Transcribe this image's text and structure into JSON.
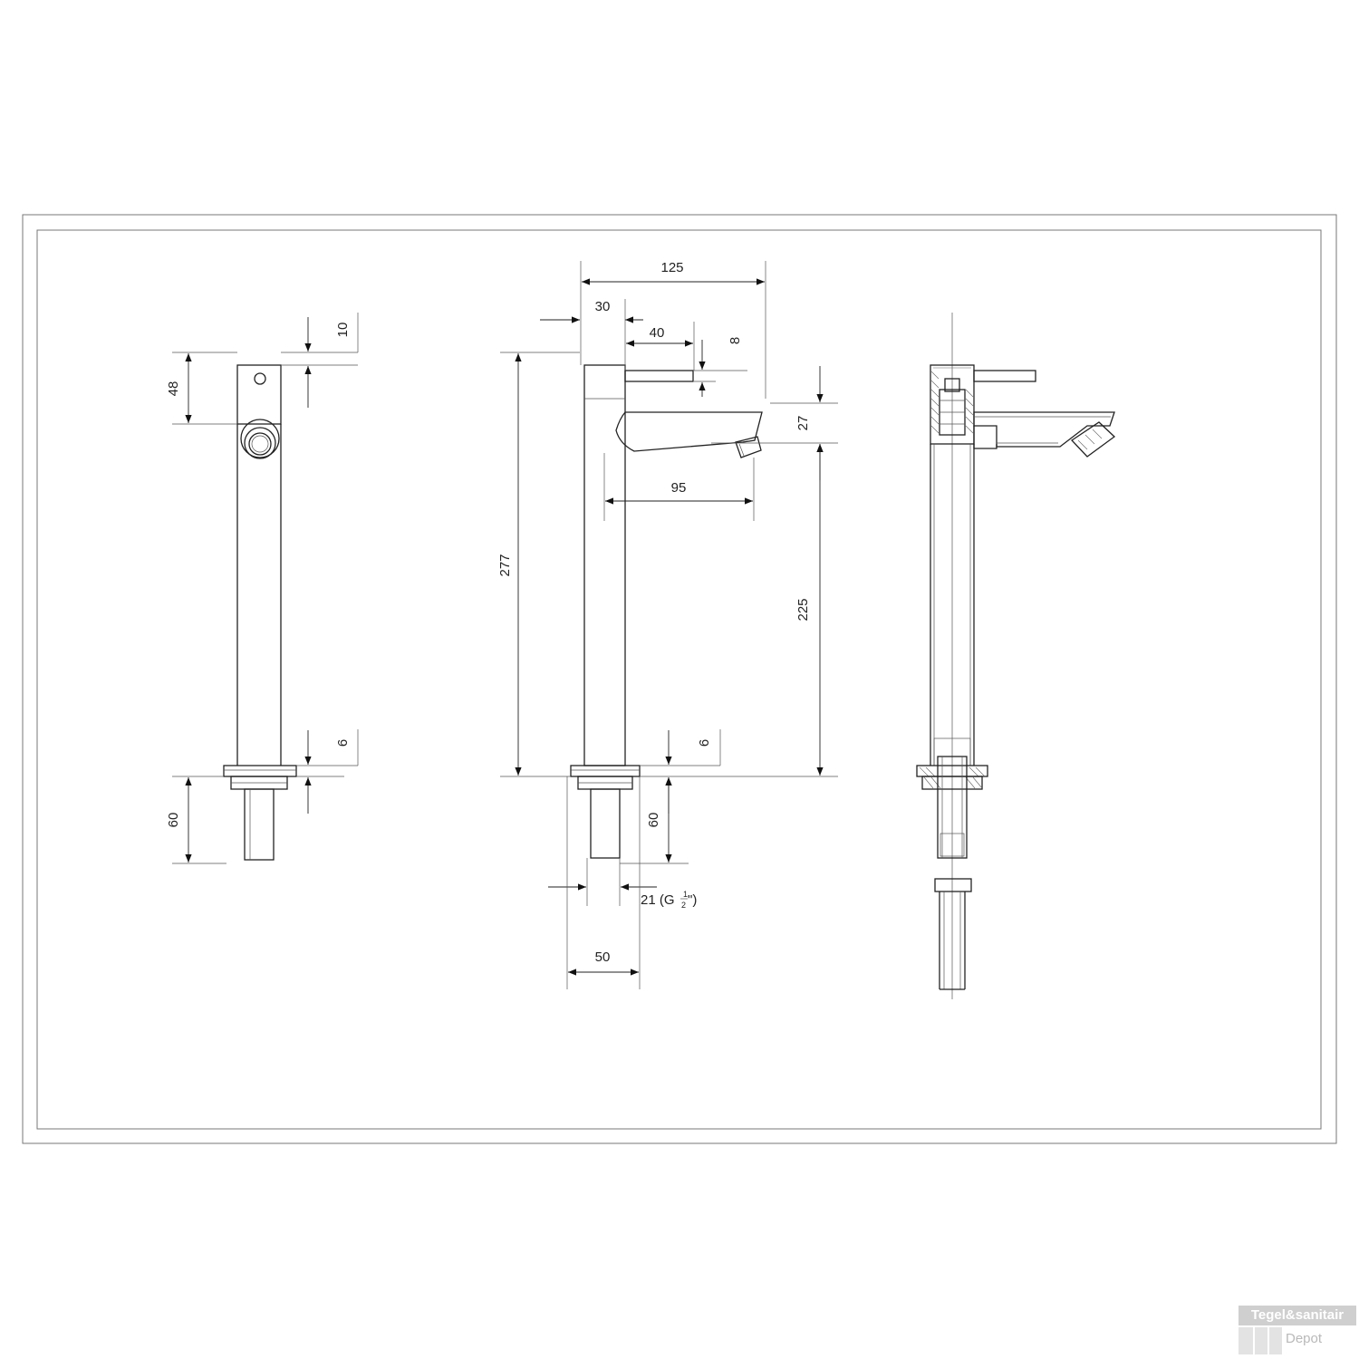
{
  "views": {
    "side": {
      "dim_top_gap": "10",
      "dim_lever_height": "48",
      "dim_base_ring": "6",
      "dim_shank": "60"
    },
    "front": {
      "dim_spout_reach": "125",
      "dim_lever_offset": "30",
      "dim_lever_length": "40",
      "dim_lever_thickness": "8",
      "dim_spout_height": "27",
      "dim_spout_length": "95",
      "dim_total_height": "277",
      "dim_outlet_height": "225",
      "dim_base_ring": "6",
      "dim_shank": "60",
      "dim_thread_main": "21 (G ",
      "dim_thread_num": "1",
      "dim_thread_den": "2",
      "dim_thread_end": "\")",
      "dim_base_width": "50"
    },
    "section": {}
  },
  "watermark": {
    "brand_top": "Tegel&sanitair",
    "brand_bottom": "Depot"
  },
  "colors": {
    "line": "#222222",
    "frame": "#777777",
    "watermark": "#cfcfcf"
  }
}
